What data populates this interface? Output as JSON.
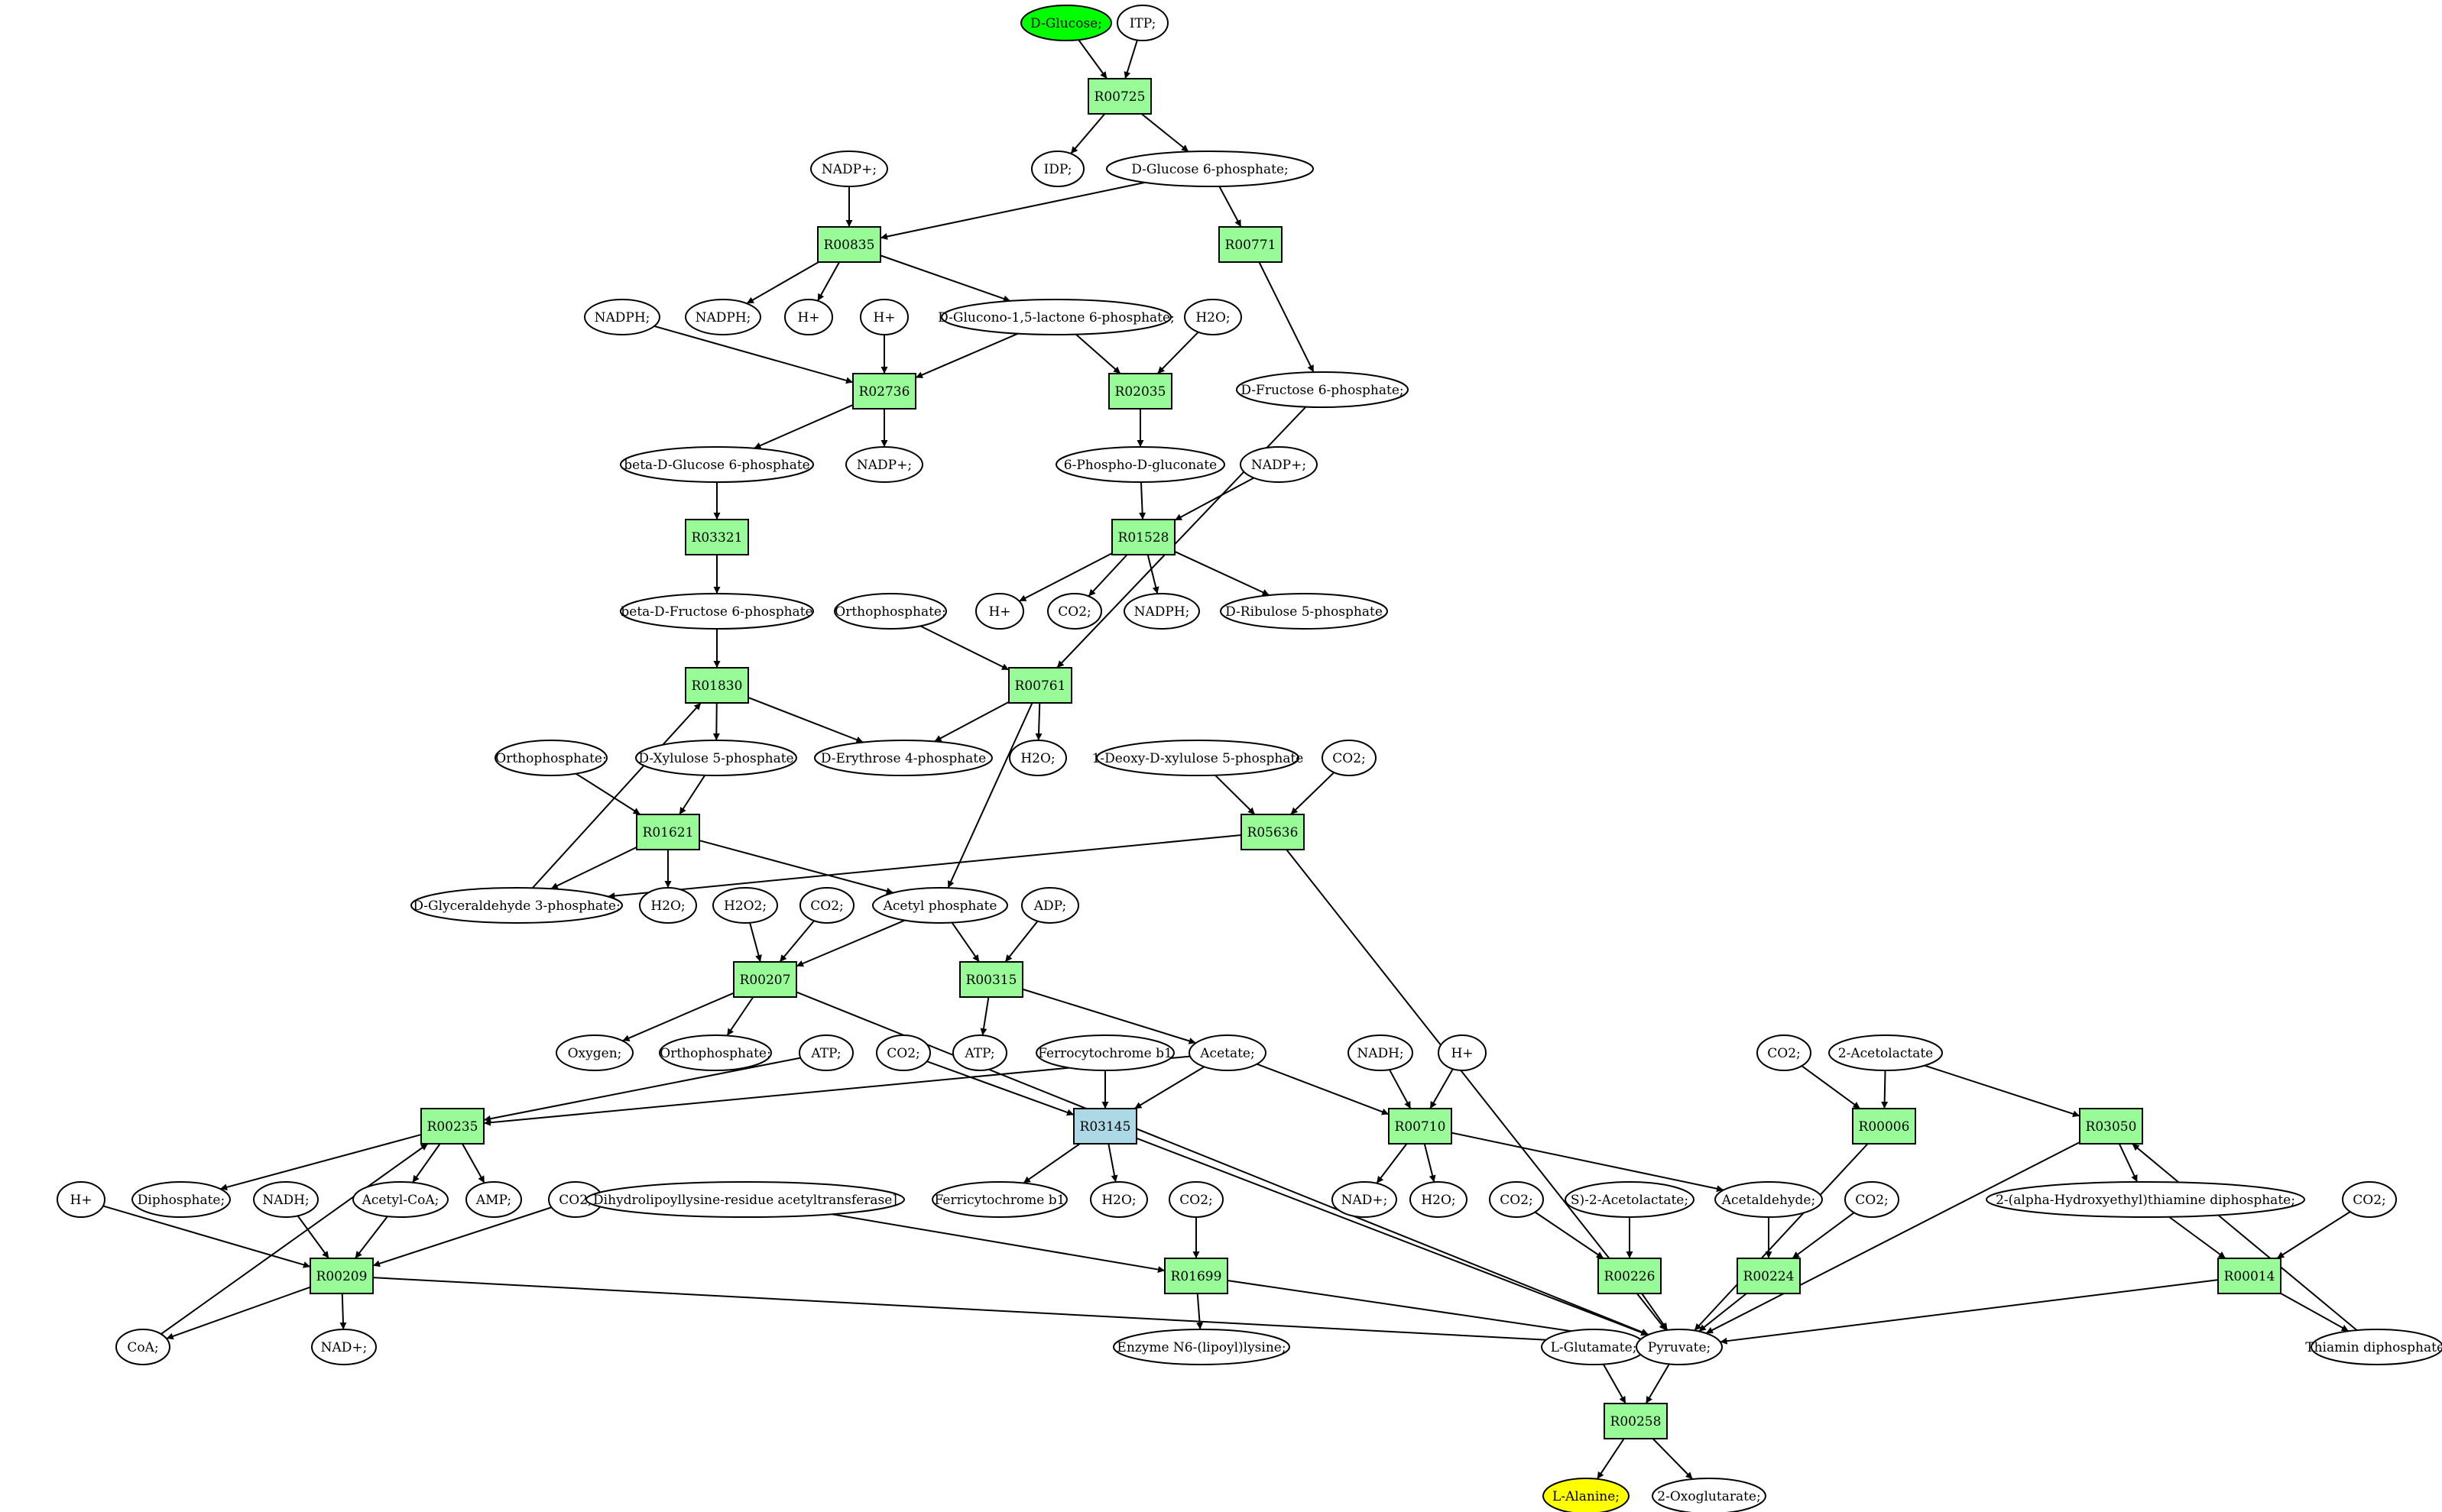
{
  "colors": {
    "reaction": "#98fb98",
    "reaction_alt": "#add8e6",
    "start": "#00ff00",
    "target": "#ffff00",
    "compound": "#ffffff",
    "line": "#000000"
  },
  "nodes": [
    {
      "id": "n_glucose",
      "label": "D-Glucose;",
      "shape": "ellipse",
      "color": "#00ff00"
    },
    {
      "id": "n_itp",
      "label": "ITP;",
      "shape": "ellipse"
    },
    {
      "id": "r_R00725",
      "label": "R00725",
      "shape": "box"
    },
    {
      "id": "n_idp",
      "label": "IDP;",
      "shape": "ellipse"
    },
    {
      "id": "n_g6p",
      "label": "D-Glucose 6-phosphate;",
      "shape": "ellipse"
    },
    {
      "id": "n_nadp1",
      "label": "NADP+;",
      "shape": "ellipse"
    },
    {
      "id": "r_R00835",
      "label": "R00835",
      "shape": "box"
    },
    {
      "id": "r_R00771",
      "label": "R00771",
      "shape": "box"
    },
    {
      "id": "n_nadph_l",
      "label": "NADPH;",
      "shape": "ellipse"
    },
    {
      "id": "n_nadph1",
      "label": "NADPH;",
      "shape": "ellipse"
    },
    {
      "id": "n_hplus1",
      "label": "H+",
      "shape": "ellipse"
    },
    {
      "id": "n_hplus2",
      "label": "H+",
      "shape": "ellipse"
    },
    {
      "id": "n_glucono",
      "label": "D-Glucono-1,5-lactone 6-phosphate;",
      "shape": "ellipse"
    },
    {
      "id": "n_h2o1",
      "label": "H2O;",
      "shape": "ellipse"
    },
    {
      "id": "n_f6p",
      "label": "D-Fructose 6-phosphate;",
      "shape": "ellipse"
    },
    {
      "id": "r_R02736",
      "label": "R02736",
      "shape": "box"
    },
    {
      "id": "r_R02035",
      "label": "R02035",
      "shape": "box"
    },
    {
      "id": "n_bdg6p",
      "label": "beta-D-Glucose 6-phosphate",
      "shape": "ellipse"
    },
    {
      "id": "n_nadp2",
      "label": "NADP+;",
      "shape": "ellipse"
    },
    {
      "id": "n_6pg",
      "label": "6-Phospho-D-gluconate",
      "shape": "ellipse"
    },
    {
      "id": "n_nadp3",
      "label": "NADP+;",
      "shape": "ellipse"
    },
    {
      "id": "r_R03321",
      "label": "R03321",
      "shape": "box"
    },
    {
      "id": "r_R01528",
      "label": "R01528",
      "shape": "box"
    },
    {
      "id": "n_bdf6p",
      "label": "beta-D-Fructose 6-phosphate",
      "shape": "ellipse"
    },
    {
      "id": "n_ortho1",
      "label": "Orthophosphate;",
      "shape": "ellipse"
    },
    {
      "id": "n_hplus3",
      "label": "H+",
      "shape": "ellipse"
    },
    {
      "id": "n_co2_1",
      "label": "CO2;",
      "shape": "ellipse"
    },
    {
      "id": "n_nadph2",
      "label": "NADPH;",
      "shape": "ellipse"
    },
    {
      "id": "n_ru5p",
      "label": "D-Ribulose 5-phosphate",
      "shape": "ellipse"
    },
    {
      "id": "r_R01830",
      "label": "R01830",
      "shape": "box"
    },
    {
      "id": "r_R00761",
      "label": "R00761",
      "shape": "box"
    },
    {
      "id": "n_ortho2",
      "label": "Orthophosphate;",
      "shape": "ellipse"
    },
    {
      "id": "n_x5p",
      "label": "D-Xylulose 5-phosphate",
      "shape": "ellipse"
    },
    {
      "id": "n_e4p",
      "label": "D-Erythrose 4-phosphate",
      "shape": "ellipse"
    },
    {
      "id": "n_h2o2",
      "label": "H2O;",
      "shape": "ellipse"
    },
    {
      "id": "n_dxp",
      "label": "1-Deoxy-D-xylulose 5-phosphate",
      "shape": "ellipse"
    },
    {
      "id": "n_co2_2",
      "label": "CO2;",
      "shape": "ellipse"
    },
    {
      "id": "r_R01621",
      "label": "R01621",
      "shape": "box"
    },
    {
      "id": "r_R05636",
      "label": "R05636",
      "shape": "box"
    },
    {
      "id": "n_g3p",
      "label": "D-Glyceraldehyde 3-phosphate;",
      "shape": "ellipse"
    },
    {
      "id": "n_h2o3",
      "label": "H2O;",
      "shape": "ellipse"
    },
    {
      "id": "n_h2o2b",
      "label": "H2O2;",
      "shape": "ellipse"
    },
    {
      "id": "n_co2_3",
      "label": "CO2;",
      "shape": "ellipse"
    },
    {
      "id": "n_acp",
      "label": "Acetyl phosphate",
      "shape": "ellipse"
    },
    {
      "id": "n_adp",
      "label": "ADP;",
      "shape": "ellipse"
    },
    {
      "id": "r_R00207",
      "label": "R00207",
      "shape": "box"
    },
    {
      "id": "r_R00315",
      "label": "R00315",
      "shape": "box"
    },
    {
      "id": "n_oxygen",
      "label": "Oxygen;",
      "shape": "ellipse"
    },
    {
      "id": "n_ortho3",
      "label": "Orthophosphate;",
      "shape": "ellipse"
    },
    {
      "id": "n_atp1",
      "label": "ATP;",
      "shape": "ellipse"
    },
    {
      "id": "n_co2_4",
      "label": "CO2;",
      "shape": "ellipse"
    },
    {
      "id": "n_atp2",
      "label": "ATP;",
      "shape": "ellipse"
    },
    {
      "id": "n_ferro",
      "label": "Ferrocytochrome b1",
      "shape": "ellipse"
    },
    {
      "id": "n_acetate",
      "label": "Acetate;",
      "shape": "ellipse"
    },
    {
      "id": "n_nadh1",
      "label": "NADH;",
      "shape": "ellipse"
    },
    {
      "id": "n_hplus4",
      "label": "H+",
      "shape": "ellipse"
    },
    {
      "id": "n_co2_5",
      "label": "CO2;",
      "shape": "ellipse"
    },
    {
      "id": "n_acetolac",
      "label": "2-Acetolactate",
      "shape": "ellipse"
    },
    {
      "id": "r_R00235",
      "label": "R00235",
      "shape": "box"
    },
    {
      "id": "r_R03145",
      "label": "R03145",
      "shape": "box",
      "color": "#add8e6"
    },
    {
      "id": "r_R00710",
      "label": "R00710",
      "shape": "box"
    },
    {
      "id": "r_R00006",
      "label": "R00006",
      "shape": "box"
    },
    {
      "id": "r_R03050",
      "label": "R03050",
      "shape": "box"
    },
    {
      "id": "n_hplus5",
      "label": "H+",
      "shape": "ellipse"
    },
    {
      "id": "n_diphos",
      "label": "Diphosphate;",
      "shape": "ellipse"
    },
    {
      "id": "n_nadh2",
      "label": "NADH;",
      "shape": "ellipse"
    },
    {
      "id": "n_acoa",
      "label": "Acetyl-CoA;",
      "shape": "ellipse"
    },
    {
      "id": "n_amp",
      "label": "AMP;",
      "shape": "ellipse"
    },
    {
      "id": "n_co2_6",
      "label": "CO2;",
      "shape": "ellipse"
    },
    {
      "id": "n_dihydro",
      "label": "Dihydrolipoyllysine-residue acetyltransferase]",
      "shape": "ellipse"
    },
    {
      "id": "n_ferri",
      "label": "Ferricytochrome b1",
      "shape": "ellipse"
    },
    {
      "id": "n_h2o4",
      "label": "H2O;",
      "shape": "ellipse"
    },
    {
      "id": "n_co2_7",
      "label": "CO2;",
      "shape": "ellipse"
    },
    {
      "id": "n_nadp4",
      "label": "NAD+;",
      "shape": "ellipse"
    },
    {
      "id": "n_h2o5",
      "label": "H2O;",
      "shape": "ellipse"
    },
    {
      "id": "n_co2_8",
      "label": "CO2;",
      "shape": "ellipse"
    },
    {
      "id": "n_s2acetolac",
      "label": "S)-2-Acetolactate;",
      "shape": "ellipse"
    },
    {
      "id": "n_acetald",
      "label": "Acetaldehyde;",
      "shape": "ellipse"
    },
    {
      "id": "n_co2_9",
      "label": "CO2;",
      "shape": "ellipse"
    },
    {
      "id": "n_ahetpp",
      "label": "2-(alpha-Hydroxyethyl)thiamine diphosphate;",
      "shape": "ellipse"
    },
    {
      "id": "n_co2_10",
      "label": "CO2;",
      "shape": "ellipse"
    },
    {
      "id": "r_R00209",
      "label": "R00209",
      "shape": "box"
    },
    {
      "id": "r_R01699",
      "label": "R01699",
      "shape": "box"
    },
    {
      "id": "r_R00226",
      "label": "R00226",
      "shape": "box"
    },
    {
      "id": "r_R00224",
      "label": "R00224",
      "shape": "box"
    },
    {
      "id": "r_R00014",
      "label": "R00014",
      "shape": "box"
    },
    {
      "id": "n_coa",
      "label": "CoA;",
      "shape": "ellipse"
    },
    {
      "id": "n_nad2",
      "label": "NAD+;",
      "shape": "ellipse"
    },
    {
      "id": "n_enzyme",
      "label": "Enzyme N6-(lipoyl)lysine;",
      "shape": "ellipse"
    },
    {
      "id": "n_glutamate",
      "label": "L-Glutamate;",
      "shape": "ellipse"
    },
    {
      "id": "n_pyruvate",
      "label": "Pyruvate;",
      "shape": "ellipse"
    },
    {
      "id": "n_tpp",
      "label": "Thiamin diphosphate;",
      "shape": "ellipse"
    },
    {
      "id": "r_R00258",
      "label": "R00258",
      "shape": "box"
    },
    {
      "id": "n_alanine",
      "label": "L-Alanine;",
      "shape": "ellipse",
      "color": "#ffff00"
    },
    {
      "id": "n_2og",
      "label": "2-Oxoglutarate;",
      "shape": "ellipse"
    }
  ],
  "edges": [
    [
      "n_glucose",
      "r_R00725"
    ],
    [
      "n_itp",
      "r_R00725"
    ],
    [
      "r_R00725",
      "n_idp"
    ],
    [
      "r_R00725",
      "n_g6p"
    ],
    [
      "n_g6p",
      "r_R00835"
    ],
    [
      "n_g6p",
      "r_R00771"
    ],
    [
      "n_nadp1",
      "r_R00835"
    ],
    [
      "r_R00835",
      "n_nadph1"
    ],
    [
      "r_R00835",
      "n_hplus1"
    ],
    [
      "r_R00835",
      "n_glucono"
    ],
    [
      "r_R00771",
      "n_f6p"
    ],
    [
      "n_nadph_l",
      "r_R02736"
    ],
    [
      "n_hplus2",
      "r_R02736"
    ],
    [
      "n_glucono",
      "r_R02736"
    ],
    [
      "n_glucono",
      "r_R02035"
    ],
    [
      "n_h2o1",
      "r_R02035"
    ],
    [
      "r_R02736",
      "n_bdg6p"
    ],
    [
      "r_R02736",
      "n_nadp2"
    ],
    [
      "r_R02035",
      "n_6pg"
    ],
    [
      "n_6pg",
      "r_R01528"
    ],
    [
      "n_nadp3",
      "r_R01528"
    ],
    [
      "r_R01528",
      "n_hplus3"
    ],
    [
      "r_R01528",
      "n_co2_1"
    ],
    [
      "r_R01528",
      "n_nadph2"
    ],
    [
      "r_R01528",
      "n_ru5p"
    ],
    [
      "n_bdg6p",
      "r_R03321"
    ],
    [
      "r_R03321",
      "n_bdf6p"
    ],
    [
      "n_bdf6p",
      "r_R01830"
    ],
    [
      "n_f6p",
      "r_R00761"
    ],
    [
      "n_ortho1",
      "r_R00761"
    ],
    [
      "r_R01830",
      "n_x5p"
    ],
    [
      "r_R01830",
      "n_e4p"
    ],
    [
      "r_R00761",
      "n_e4p"
    ],
    [
      "r_R00761",
      "n_h2o2"
    ],
    [
      "r_R00761",
      "n_acp"
    ],
    [
      "n_ortho2",
      "r_R01621"
    ],
    [
      "n_x5p",
      "r_R01621"
    ],
    [
      "n_dxp",
      "r_R05636"
    ],
    [
      "n_co2_2",
      "r_R05636"
    ],
    [
      "r_R01621",
      "n_g3p"
    ],
    [
      "r_R01621",
      "n_h2o3"
    ],
    [
      "r_R01621",
      "n_acp"
    ],
    [
      "r_R05636",
      "n_g3p"
    ],
    [
      "r_R05636",
      "n_pyruvate"
    ],
    [
      "n_g3p",
      "r_R01830"
    ],
    [
      "n_h2o2b",
      "r_R00207"
    ],
    [
      "n_co2_3",
      "r_R00207"
    ],
    [
      "n_acp",
      "r_R00207"
    ],
    [
      "n_acp",
      "r_R00315"
    ],
    [
      "n_adp",
      "r_R00315"
    ],
    [
      "r_R00207",
      "n_oxygen"
    ],
    [
      "r_R00207",
      "n_ortho3"
    ],
    [
      "r_R00207",
      "n_pyruvate"
    ],
    [
      "r_R00315",
      "n_atp2"
    ],
    [
      "r_R00315",
      "n_acetate"
    ],
    [
      "n_atp1",
      "r_R00235"
    ],
    [
      "n_acetate",
      "r_R00235"
    ],
    [
      "n_co2_4",
      "r_R03145"
    ],
    [
      "n_ferro",
      "r_R03145"
    ],
    [
      "n_acetate",
      "r_R03145"
    ],
    [
      "n_acetate",
      "r_R00710"
    ],
    [
      "n_nadh1",
      "r_R00710"
    ],
    [
      "n_hplus4",
      "r_R00710"
    ],
    [
      "n_co2_5",
      "r_R00006"
    ],
    [
      "n_acetolac",
      "r_R00006"
    ],
    [
      "n_acetolac",
      "r_R03050"
    ],
    [
      "r_R00235",
      "n_diphos"
    ],
    [
      "r_R00235",
      "n_acoa"
    ],
    [
      "r_R00235",
      "n_amp"
    ],
    [
      "r_R03145",
      "n_ferri"
    ],
    [
      "r_R03145",
      "n_h2o4"
    ],
    [
      "r_R03145",
      "n_pyruvate"
    ],
    [
      "r_R00710",
      "n_nadp4"
    ],
    [
      "r_R00710",
      "n_h2o5"
    ],
    [
      "r_R00710",
      "n_acetald"
    ],
    [
      "r_R00006",
      "n_pyruvate"
    ],
    [
      "r_R03050",
      "n_ahetpp"
    ],
    [
      "r_R03050",
      "n_pyruvate"
    ],
    [
      "n_hplus5",
      "r_R00209"
    ],
    [
      "n_nadh2",
      "r_R00209"
    ],
    [
      "n_acoa",
      "r_R00209"
    ],
    [
      "n_co2_6",
      "r_R00209"
    ],
    [
      "n_dihydro",
      "r_R01699"
    ],
    [
      "n_co2_7",
      "r_R01699"
    ],
    [
      "n_co2_8",
      "r_R00226"
    ],
    [
      "n_s2acetolac",
      "r_R00226"
    ],
    [
      "n_acetald",
      "r_R00224"
    ],
    [
      "n_co2_9",
      "r_R00224"
    ],
    [
      "n_ahetpp",
      "r_R00014"
    ],
    [
      "n_co2_10",
      "r_R00014"
    ],
    [
      "r_R00209",
      "n_coa"
    ],
    [
      "r_R00209",
      "n_nad2"
    ],
    [
      "r_R00209",
      "n_pyruvate"
    ],
    [
      "r_R01699",
      "n_enzyme"
    ],
    [
      "r_R01699",
      "n_pyruvate"
    ],
    [
      "r_R00226",
      "n_pyruvate"
    ],
    [
      "r_R00224",
      "n_pyruvate"
    ],
    [
      "r_R00014",
      "n_pyruvate"
    ],
    [
      "r_R00014",
      "n_tpp"
    ],
    [
      "n_coa",
      "r_R00235"
    ],
    [
      "n_tpp",
      "r_R03050"
    ],
    [
      "n_glutamate",
      "r_R00258"
    ],
    [
      "n_pyruvate",
      "r_R00258"
    ],
    [
      "r_R00258",
      "n_alanine"
    ],
    [
      "r_R00258",
      "n_2og"
    ]
  ]
}
